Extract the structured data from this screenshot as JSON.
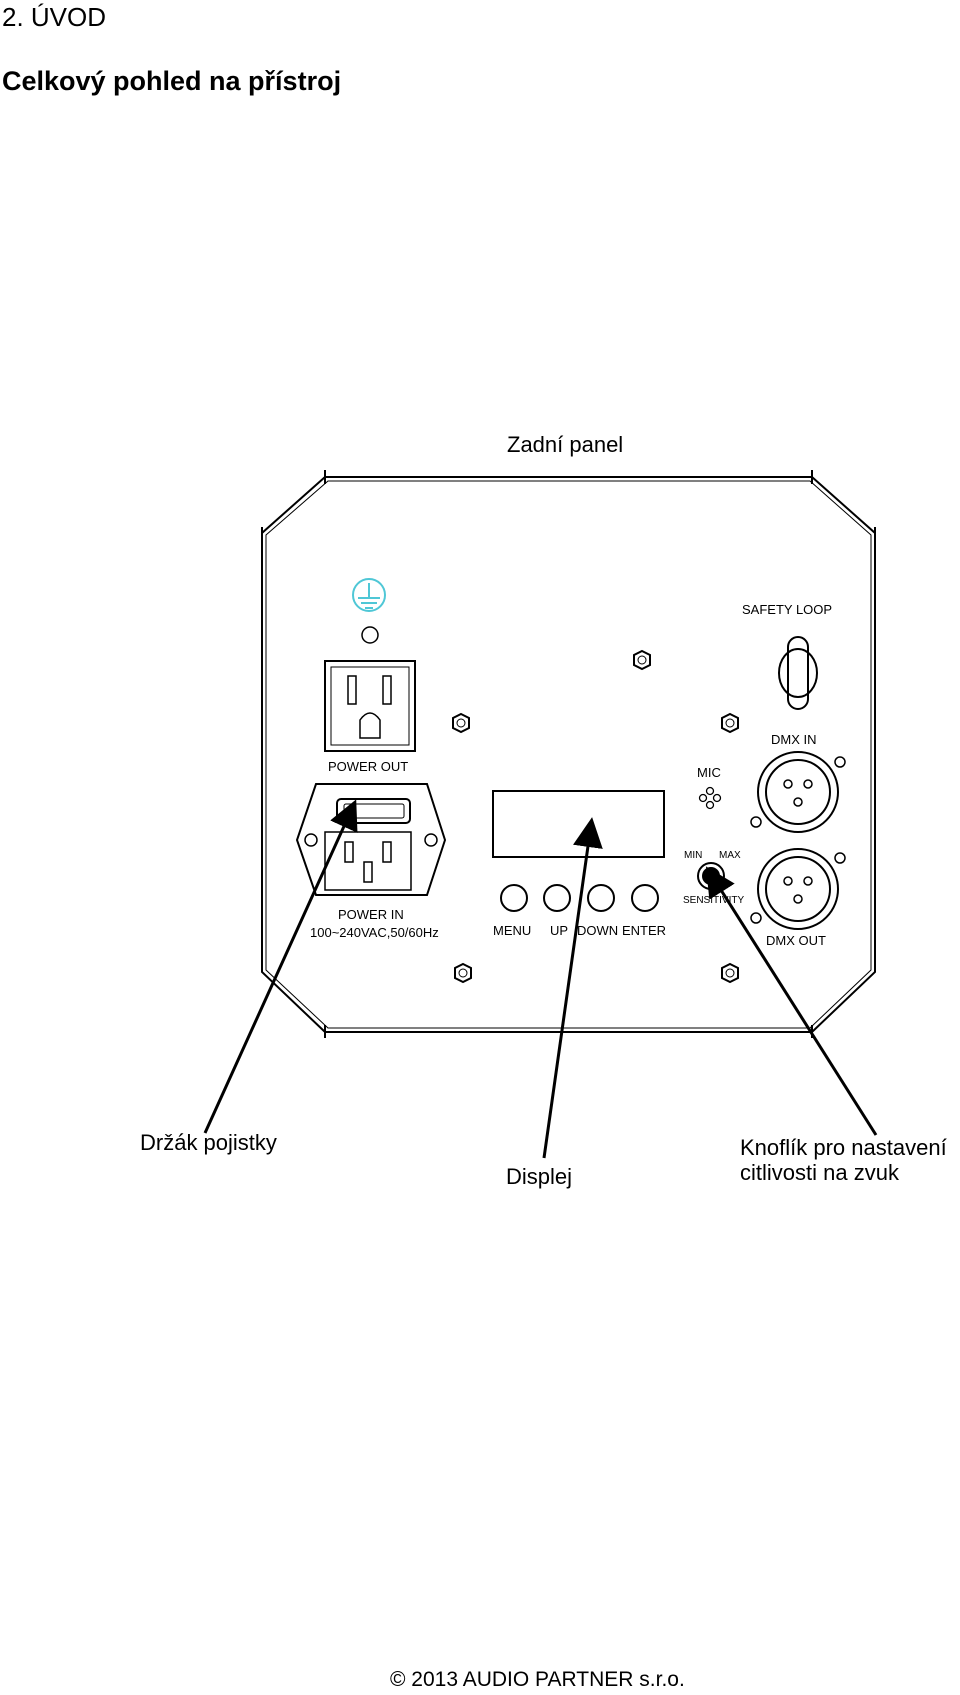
{
  "header": {
    "section": "2. ÚVOD",
    "subtitle": "Celkový pohled na přístroj"
  },
  "diagram": {
    "title": "Zadní panel",
    "labels": {
      "safety_loop": "SAFETY  LOOP",
      "power_out": "POWER OUT",
      "power_in": "POWER IN",
      "voltage": "100~240VAC,50/60Hz",
      "mic": "MIC",
      "min": "MIN",
      "max": "MAX",
      "sensitivity": "SENSITIVITY",
      "dmx_in": "DMX IN",
      "dmx_out": "DMX OUT",
      "menu": "MENU",
      "up": "UP",
      "down": "DOWN",
      "enter": "ENTER"
    },
    "callouts": {
      "fuse_holder": "Držák pojistky",
      "display": "Displej",
      "knob_line1": "Knoflík pro nastavení",
      "knob_line2": "citlivosti na zvuk"
    },
    "colors": {
      "ground_symbol": "#4fc7d6",
      "line": "#000000"
    }
  },
  "footer": {
    "copyright": "© 2013 AUDIO PARTNER s.r.o."
  }
}
